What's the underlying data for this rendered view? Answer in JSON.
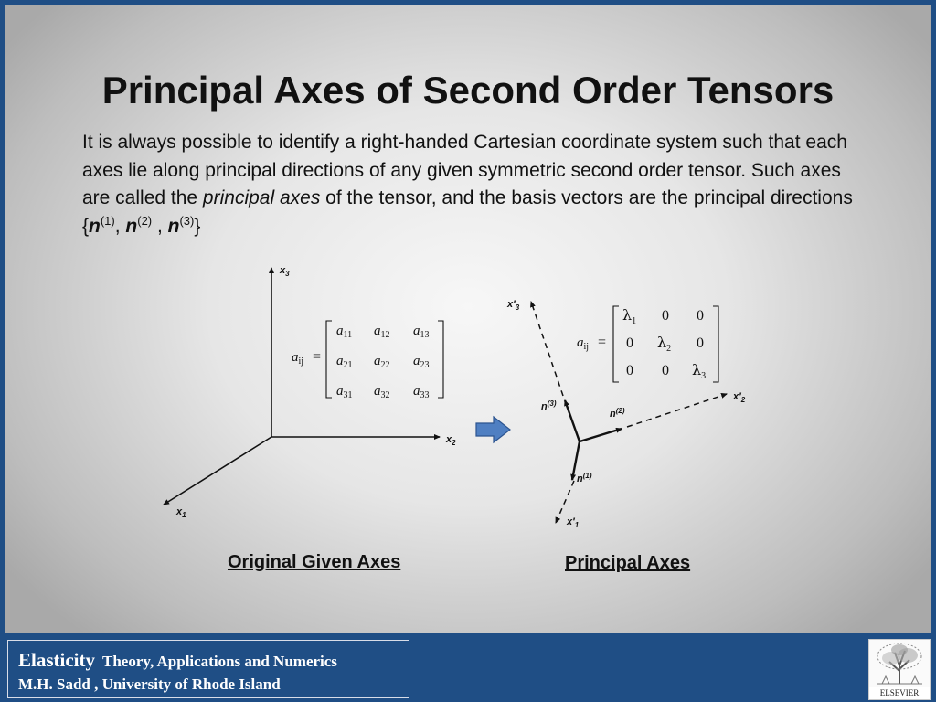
{
  "title": "Principal Axes of Second Order Tensors",
  "paragraph": {
    "part1": "It is always possible to identify a right-handed Cartesian coordinate system such that each axes lie along principal directions of any given symmetric second order tensor.  Such axes are called the ",
    "emphasis": "principal axes",
    "part2": " of the tensor, and the basis vectors are the principal directions {",
    "n1": "n",
    "n1_sup": "(1)",
    "sep1": ", ",
    "n2": "n",
    "n2_sup": "(2)",
    "sep2": " , ",
    "n3": "n",
    "n3_sup": "(3)",
    "close": "}"
  },
  "left_diagram": {
    "axis_x3": "x",
    "axis_x3_sub": "3",
    "axis_x2": "x",
    "axis_x2_sub": "2",
    "axis_x1": "x",
    "axis_x1_sub": "1",
    "matrix_lhs": "a",
    "matrix_lhs_sub": "ij",
    "equals": "=",
    "cells": [
      [
        "11",
        "12",
        "13"
      ],
      [
        "21",
        "22",
        "23"
      ],
      [
        "31",
        "32",
        "33"
      ]
    ],
    "cell_base": "a",
    "caption": "Original Given Axes "
  },
  "right_diagram": {
    "axis_x3": "x′",
    "axis_x3_sub": "3",
    "axis_x2": "x′",
    "axis_x2_sub": "2",
    "axis_x1": "x′",
    "axis_x1_sub": "1",
    "n3": "n",
    "n3_sup": "(3)",
    "n2": "n",
    "n2_sup": "(2)",
    "n1": "n",
    "n1_sup": "(1)",
    "matrix_lhs": "a",
    "matrix_lhs_sub": "ij",
    "equals": "=",
    "lambda": "λ",
    "zero": "0",
    "lambda_subs": [
      "1",
      "2",
      "3"
    ],
    "caption": "Principal Axes "
  },
  "footer": {
    "title": "Elasticity",
    "subtitle": "Theory, Applications and Numerics",
    "author": "M.H. Sadd , University of Rhode Island",
    "logo_text": "ELSEVIER"
  },
  "colors": {
    "footer_bg": "#1f4e85",
    "arrow_fill": "#4f7fc2",
    "arrow_stroke": "#2c5490"
  },
  "icons": {
    "transform_arrow": "right-arrow-icon",
    "publisher_logo": "elsevier-tree-logo"
  }
}
